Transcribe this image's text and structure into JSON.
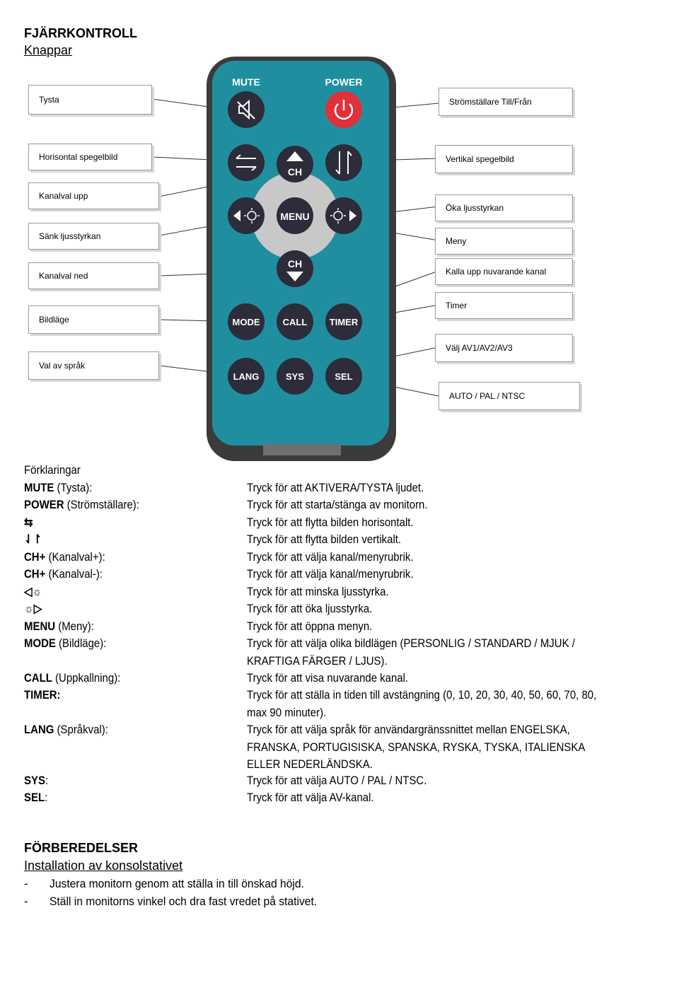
{
  "header": {
    "title": "FJÄRRKONTROLL",
    "subtitle": "Knappar"
  },
  "remote": {
    "labels": {
      "mute": "MUTE",
      "power": "POWER",
      "ch_up": "CH",
      "ch_down": "CH",
      "menu": "MENU",
      "mode": "MODE",
      "call": "CALL",
      "timer": "TIMER",
      "lang": "LANG",
      "sys": "SYS",
      "sel": "SEL"
    },
    "colors": {
      "body": "#1f8fa0",
      "shell": "#3b3b3b",
      "button": "#2c2c3a",
      "power": "#e0313b",
      "pad": "#c8c8c8"
    }
  },
  "callouts_left": {
    "tysta": "Tysta",
    "horisontal": "Horisontal spegelbild",
    "kanal_upp": "Kanalval upp",
    "sank": "Sänk ljusstyrkan",
    "kanal_ned": "Kanalval ned",
    "bildlage": "Bildläge",
    "sprak": "Val av språk"
  },
  "callouts_right": {
    "strom": "Strömställare Till/Från",
    "vertikal": "Vertikal spegelbild",
    "oka": "Öka ljusstyrkan",
    "meny": "Meny",
    "kalla": "Kalla upp nuvarande kanal",
    "timer": "Timer",
    "valj_av": "Välj AV1/AV2/AV3",
    "auto": "AUTO / PAL / NTSC"
  },
  "explanations": {
    "heading": "Förklaringar",
    "rows": [
      {
        "key": "MUTE",
        "rest": " (Tysta):",
        "desc": "Tryck för att AKTIVERA/TYSTA ljudet."
      },
      {
        "key": "POWER",
        "rest": " (Strömställare):",
        "desc": "Tryck för att starta/stänga av monitorn."
      },
      {
        "key": "⇆",
        "rest": "",
        "desc": "Tryck för att flytta bilden horisontalt."
      },
      {
        "key": "⇃↾",
        "rest": "",
        "desc": "Tryck för att flytta bilden vertikalt."
      },
      {
        "key": "CH+",
        "rest": " (Kanalval+):",
        "desc": "Tryck för att välja kanal/menyrubrik."
      },
      {
        "key": "CH+",
        "rest": " (Kanalval-):",
        "desc": "Tryck för att välja kanal/menyrubrik."
      },
      {
        "key": "◁☼",
        "rest": "",
        "desc": "Tryck för att minska ljusstyrka."
      },
      {
        "key": "☼▷",
        "rest": "",
        "desc": "Tryck för att öka ljusstyrka."
      },
      {
        "key": "MENU",
        "rest": " (Meny):",
        "desc": "Tryck för att öppna menyn."
      },
      {
        "key": "MODE",
        "rest": " (Bildläge):",
        "desc": "Tryck för att välja olika bildlägen (PERSONLIG / STANDARD / MJUK /",
        "desc2": "KRAFTIGA FÄRGER / LJUS)."
      },
      {
        "key": "CALL",
        "rest": " (Uppkallning):",
        "desc": "Tryck för att visa nuvarande kanal."
      },
      {
        "key": "TIMER:",
        "rest": "",
        "desc": "Tryck för att ställa in tiden till avstängning (0, 10, 20, 30, 40, 50, 60, 70, 80,",
        "desc2": "max 90 minuter)."
      },
      {
        "key": "LANG",
        "rest": " (Språkval):",
        "desc": "Tryck för att välja språk för användargränssnittet mellan ENGELSKA,",
        "desc2": "FRANSKA, PORTUGISISKA, SPANSKA, RYSKA, TYSKA, ITALIENSKA",
        "desc3": "ELLER NEDERLÄNDSKA."
      },
      {
        "key": "SYS",
        "rest": ":",
        "desc": "Tryck för att välja AUTO / PAL / NTSC."
      },
      {
        "key": "SEL",
        "rest": ":",
        "desc": "Tryck för att välja AV-kanal."
      }
    ]
  },
  "prep": {
    "title": "FÖRBEREDELSER",
    "subtitle": "Installation av konsolstativet",
    "items": [
      "Justera monitorn genom att ställa in till önskad höjd.",
      "Ställ in monitorns vinkel och dra fast vredet på stativet."
    ],
    "dash": "-"
  }
}
